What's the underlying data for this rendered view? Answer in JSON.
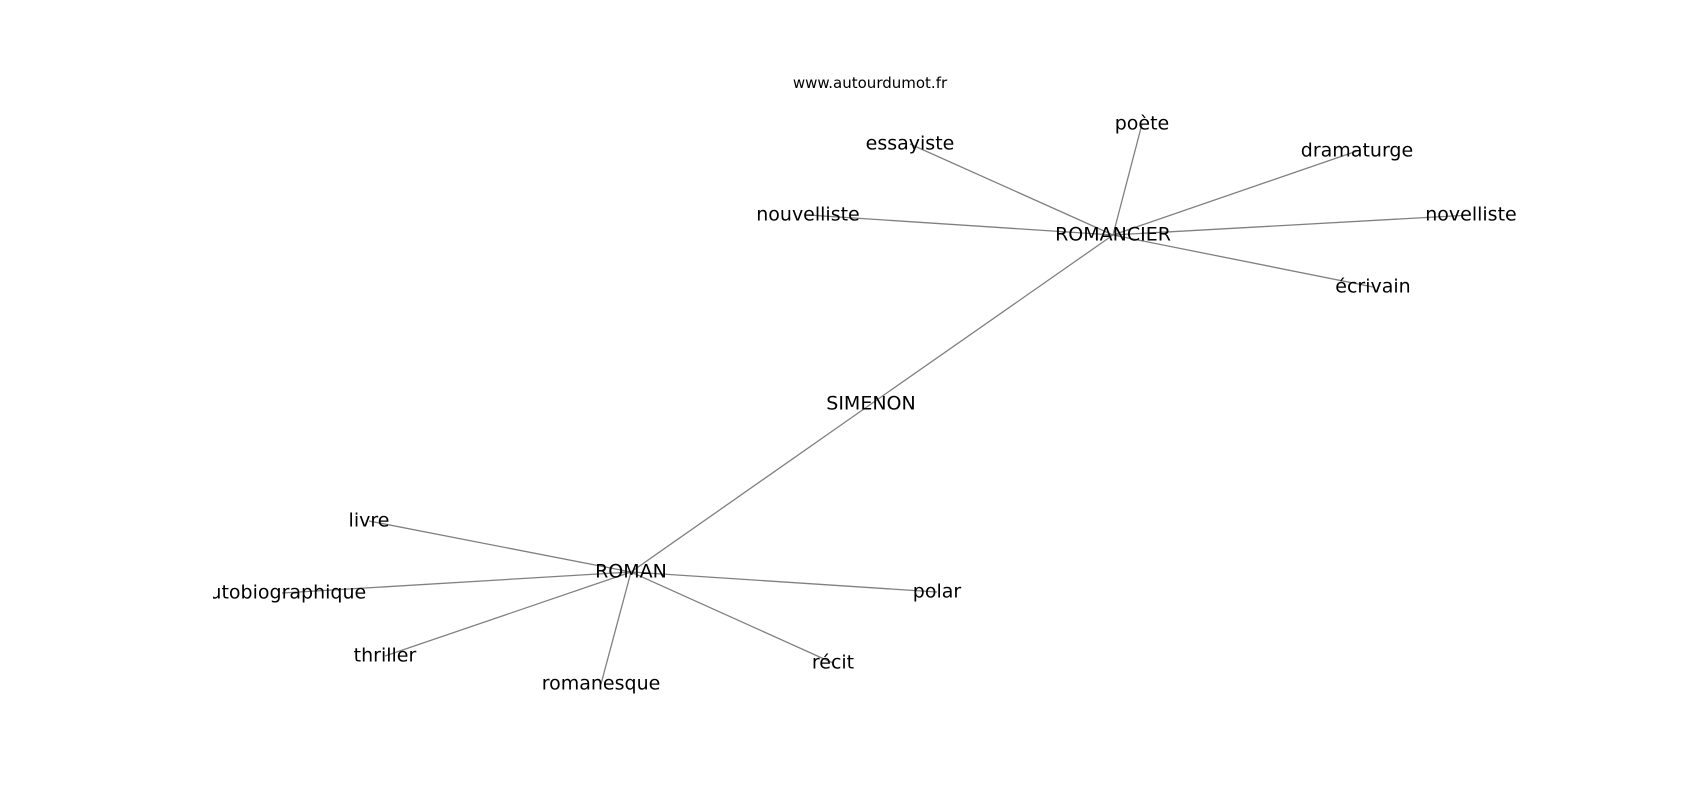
{
  "watermark": "www.autourdumot.fr",
  "graph": {
    "nodes": [
      {
        "id": "simenon",
        "label": "SIMENON"
      },
      {
        "id": "romancier",
        "label": "ROMANCIER"
      },
      {
        "id": "roman",
        "label": "ROMAN"
      },
      {
        "id": "essayiste",
        "label": "essayiste"
      },
      {
        "id": "poete",
        "label": "poète"
      },
      {
        "id": "dramaturge",
        "label": "dramaturge"
      },
      {
        "id": "nouvelliste",
        "label": "nouvelliste"
      },
      {
        "id": "novelliste",
        "label": "novelliste"
      },
      {
        "id": "ecrivain",
        "label": "écrivain"
      },
      {
        "id": "livre",
        "label": "livre"
      },
      {
        "id": "autobiographique",
        "label": "autobiographique"
      },
      {
        "id": "thriller",
        "label": "thriller"
      },
      {
        "id": "romanesque",
        "label": "romanesque"
      },
      {
        "id": "recit",
        "label": "récit"
      },
      {
        "id": "polar",
        "label": "polar"
      }
    ],
    "edges": [
      [
        "simenon",
        "romancier"
      ],
      [
        "simenon",
        "roman"
      ],
      [
        "romancier",
        "essayiste"
      ],
      [
        "romancier",
        "poete"
      ],
      [
        "romancier",
        "dramaturge"
      ],
      [
        "romancier",
        "nouvelliste"
      ],
      [
        "romancier",
        "novelliste"
      ],
      [
        "romancier",
        "ecrivain"
      ],
      [
        "roman",
        "livre"
      ],
      [
        "roman",
        "autobiographique"
      ],
      [
        "roman",
        "thriller"
      ],
      [
        "roman",
        "romanesque"
      ],
      [
        "roman",
        "recit"
      ],
      [
        "roman",
        "polar"
      ]
    ]
  }
}
